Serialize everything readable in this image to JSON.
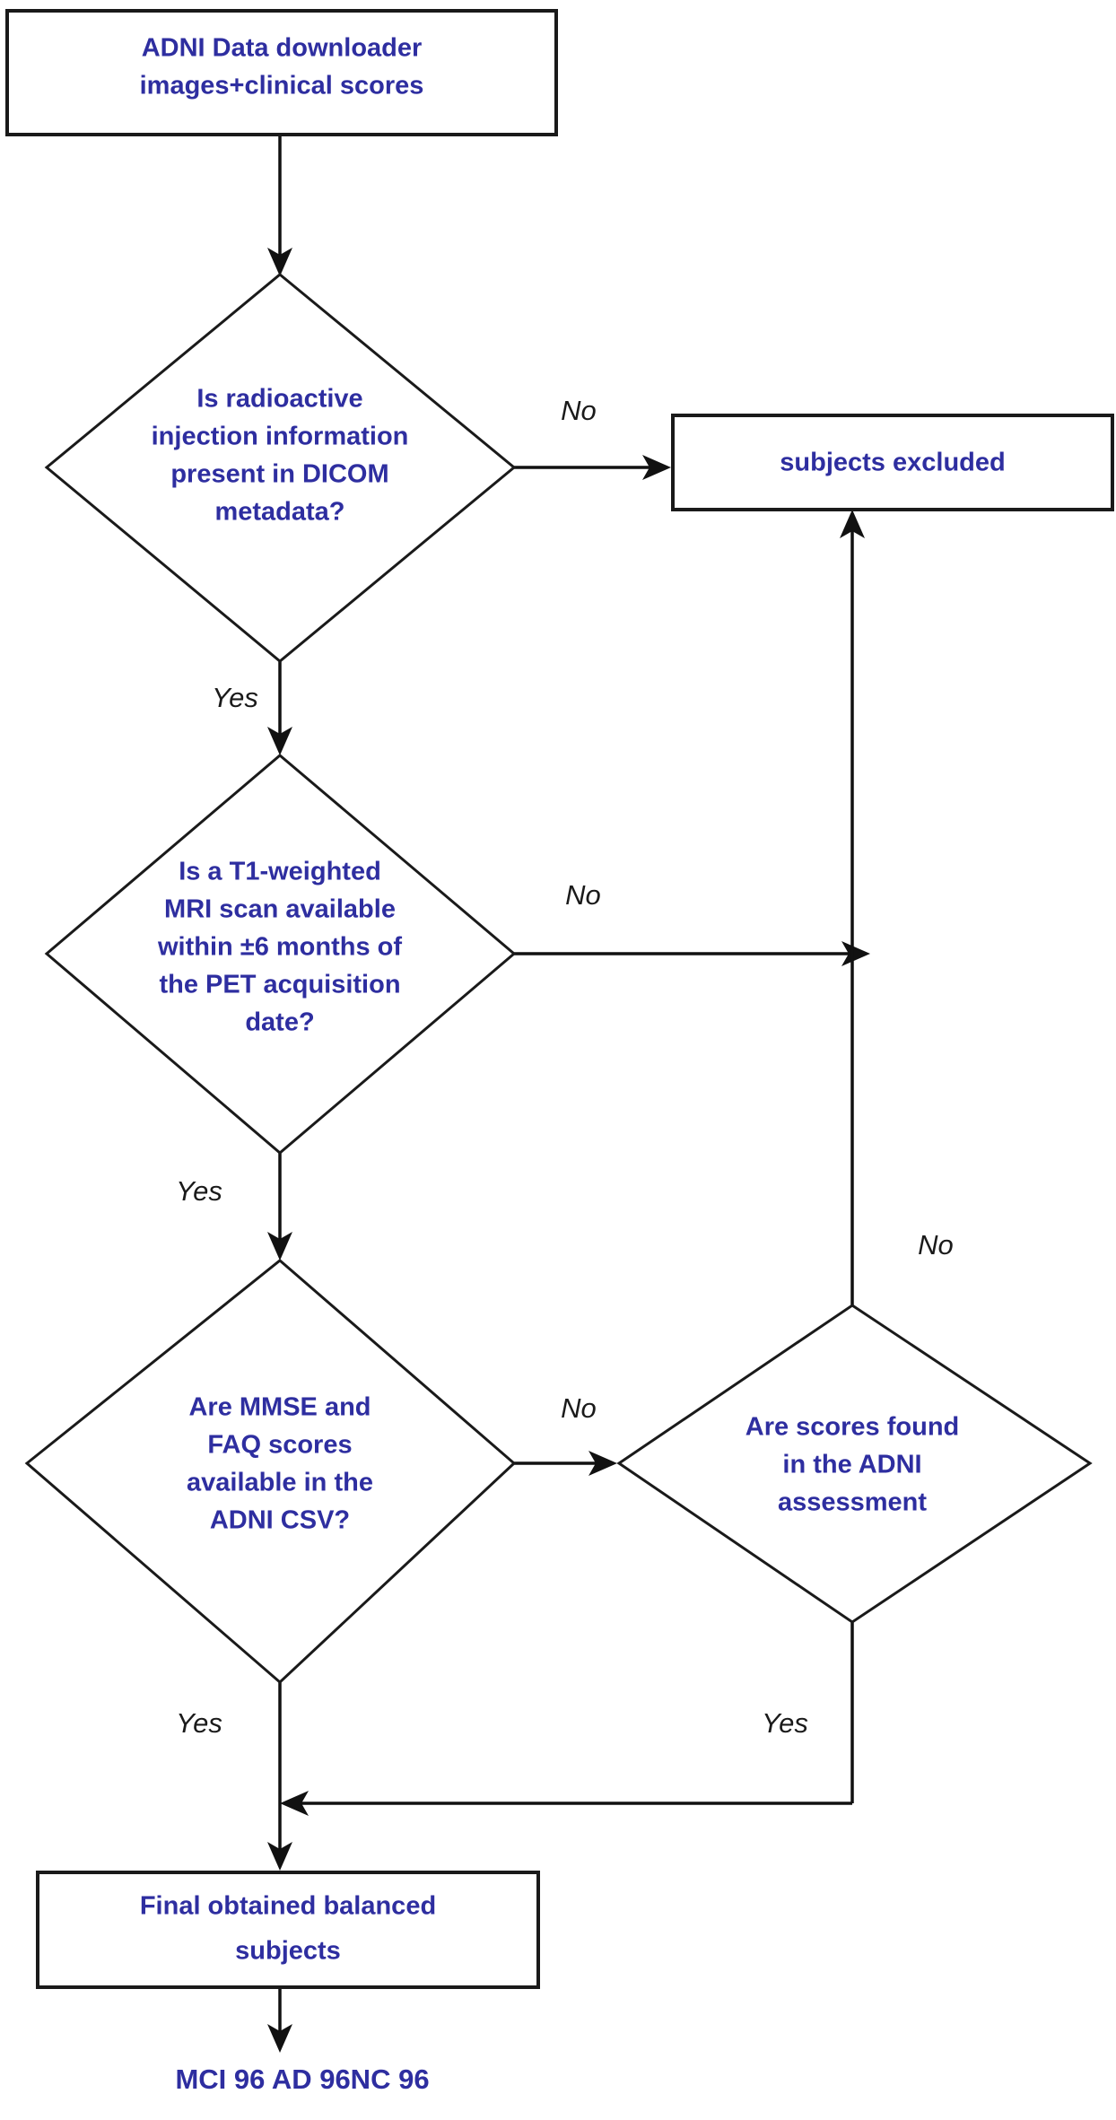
{
  "diagram": {
    "title": "ADNI subject selection flowchart",
    "type": "flowchart",
    "colors": {
      "node_text": "#2e2ea0",
      "edge_label": "#1a1a1a",
      "stroke": "#111111",
      "background": "#ffffff"
    },
    "nodes": [
      {
        "id": "source",
        "shape": "box",
        "lines": [
          "ADNI Data downloader",
          "images+clinical scores"
        ]
      },
      {
        "id": "decision-radioactive",
        "shape": "diamond",
        "lines": [
          "Is radioactive",
          "injection information",
          "present in DICOM",
          "metadata?"
        ]
      },
      {
        "id": "excluded",
        "shape": "box",
        "lines": [
          "subjects excluded"
        ]
      },
      {
        "id": "decision-mri",
        "shape": "diamond",
        "lines": [
          "Is a T1-weighted",
          "MRI scan available",
          "within ±6 months of",
          "the PET acquisition",
          "date?"
        ]
      },
      {
        "id": "decision-scores-csv",
        "shape": "diamond",
        "lines": [
          "Are MMSE and",
          "FAQ scores",
          "available in the",
          "ADNI CSV?"
        ]
      },
      {
        "id": "decision-scores-assessment",
        "shape": "diamond",
        "lines": [
          "Are scores found",
          "in the ADNI",
          "assessment"
        ]
      },
      {
        "id": "final",
        "shape": "box",
        "lines": [
          "Final obtained  balanced",
          "subjects"
        ]
      },
      {
        "id": "counts",
        "shape": "plain",
        "lines": [
          "MCI 96 AD 96NC 96"
        ]
      }
    ],
    "edge_labels": {
      "radioactive_no": "No",
      "radioactive_yes": "Yes",
      "mri_no": "No",
      "mri_yes": "Yes",
      "csv_no": "No",
      "csv_yes": "Yes",
      "assessment_no": "No",
      "assessment_yes": "Yes"
    }
  }
}
